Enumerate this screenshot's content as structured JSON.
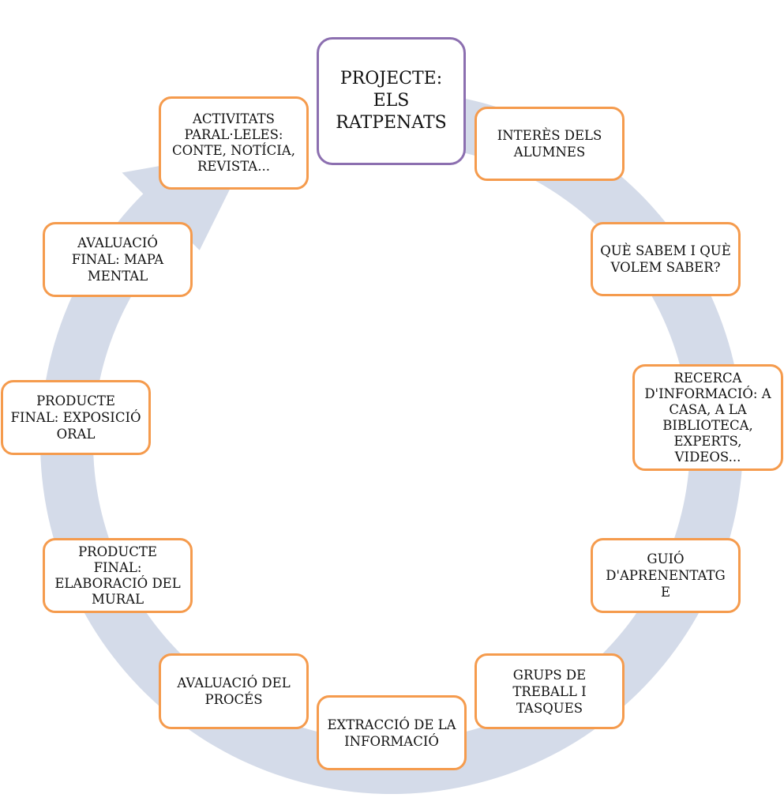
{
  "colors": {
    "cycle_arrow": "#d4dbe9",
    "step_border": "#f59b4d",
    "title_border": "#8c6fb0"
  },
  "diagram": {
    "title": "PROJECTE:\nELS\nRATPENATS",
    "steps": [
      {
        "id": "interes",
        "label": "INTERÈS DELS\nALUMNES"
      },
      {
        "id": "que-sabem",
        "label": "QUÈ SABEM I QUÈ\nVOLEM SABER?"
      },
      {
        "id": "recerca",
        "label": "RECERCA\nD'INFORMACIÓ: A\nCASA, A LA\nBIBLIOTECA,\nEXPERTS,\nVIDEOS..."
      },
      {
        "id": "guio",
        "label": "GUIÓ\nD'APRENENTATG\nE"
      },
      {
        "id": "grups",
        "label": "GRUPS DE\nTREBALL I\nTASQUES"
      },
      {
        "id": "extraccio",
        "label": "EXTRACCIÓ DE LA\nINFORMACIÓ"
      },
      {
        "id": "avaluacio-proces",
        "label": "AVALUACIÓ DEL\nPROCÉS"
      },
      {
        "id": "mural",
        "label": "PRODUCTE\nFINAL:\nELABORACIÓ DEL\nMURAL"
      },
      {
        "id": "exposicio",
        "label": "PRODUCTE\nFINAL: EXPOSICIÓ\nORAL"
      },
      {
        "id": "mapa",
        "label": "AVALUACIÓ\nFINAL: MAPA\nMENTAL"
      },
      {
        "id": "activitats",
        "label": "ACTIVITATS\nPARAL·LELES:\nCONTE, NOTÍCIA,\nREVISTA..."
      }
    ]
  }
}
